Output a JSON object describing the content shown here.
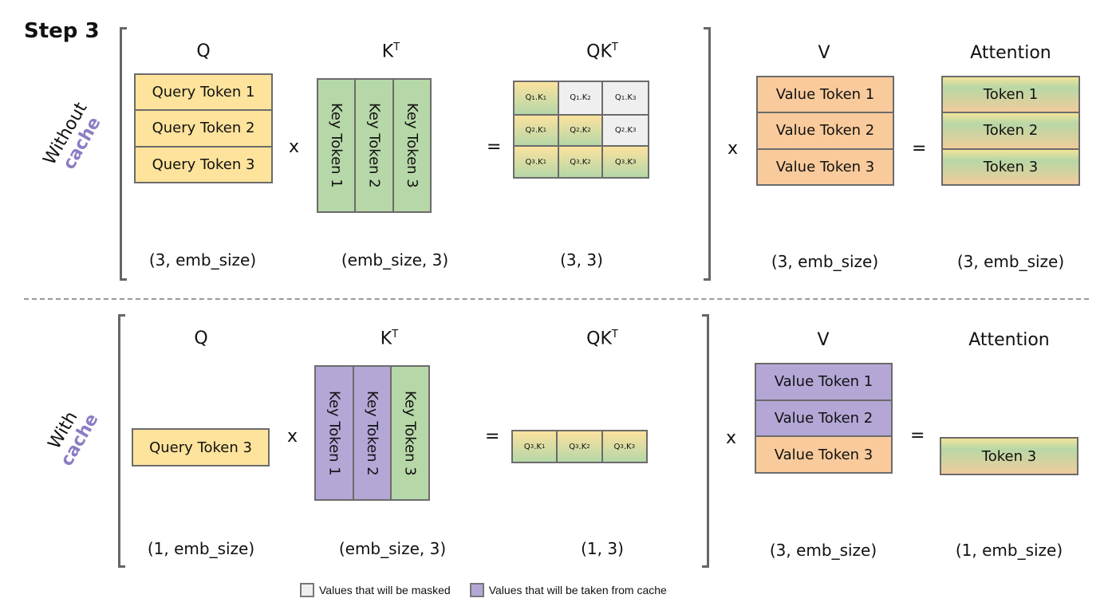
{
  "title": "Step 3",
  "rows": [
    {
      "label": "Without",
      "label_accent": "cache",
      "q": {
        "header": "Q",
        "cells": [
          "Query Token 1",
          "Query Token 2",
          "Query Token 3"
        ],
        "shape": "(3, emb_size)"
      },
      "kt": {
        "header": "K",
        "header_sup": "T",
        "cells": [
          "Key Token 1",
          "Key Token 2",
          "Key Token 3"
        ],
        "cached": [
          false,
          false,
          false
        ],
        "shape": "(emb_size, 3)"
      },
      "qkt": {
        "header": "QK",
        "header_sup": "T",
        "shape": "(3, 3)",
        "cells": [
          {
            "q": "1",
            "k": "1",
            "masked": false
          },
          {
            "q": "1",
            "k": "2",
            "masked": true
          },
          {
            "q": "1",
            "k": "3",
            "masked": true
          },
          {
            "q": "2",
            "k": "1",
            "masked": false
          },
          {
            "q": "2",
            "k": "2",
            "masked": false
          },
          {
            "q": "2",
            "k": "3",
            "masked": true
          },
          {
            "q": "3",
            "k": "1",
            "masked": false
          },
          {
            "q": "3",
            "k": "2",
            "masked": false
          },
          {
            "q": "3",
            "k": "3",
            "masked": false
          }
        ]
      },
      "v": {
        "header": "V",
        "cells": [
          "Value Token 1",
          "Value Token 2",
          "Value Token 3"
        ],
        "cached": [
          false,
          false,
          false
        ],
        "shape": "(3, emb_size)"
      },
      "att": {
        "header": "Attention",
        "cells": [
          "Token 1",
          "Token 2",
          "Token 3"
        ],
        "shape": "(3, emb_size)"
      }
    },
    {
      "label": "With",
      "label_accent": "cache",
      "q": {
        "header": "Q",
        "cells": [
          "Query Token 3"
        ],
        "shape": "(1, emb_size)"
      },
      "kt": {
        "header": "K",
        "header_sup": "T",
        "cells": [
          "Key Token 1",
          "Key Token 2",
          "Key Token 3"
        ],
        "cached": [
          true,
          true,
          false
        ],
        "shape": "(emb_size, 3)"
      },
      "qkt": {
        "header": "QK",
        "header_sup": "T",
        "shape": "(1, 3)",
        "cells": [
          {
            "q": "3",
            "k": "1",
            "masked": false
          },
          {
            "q": "3",
            "k": "2",
            "masked": false
          },
          {
            "q": "3",
            "k": "3",
            "masked": false
          }
        ]
      },
      "v": {
        "header": "V",
        "cells": [
          "Value Token 1",
          "Value Token 2",
          "Value Token 3"
        ],
        "cached": [
          true,
          true,
          false
        ],
        "shape": "(3, emb_size)"
      },
      "att": {
        "header": "Attention",
        "cells": [
          "Token 3"
        ],
        "shape": "(1, emb_size)"
      }
    }
  ],
  "operators": {
    "mult": "x",
    "eq": "="
  },
  "legend": [
    {
      "label": "Values that will be masked",
      "color": "#efefef"
    },
    {
      "label": "Values that will be taken from cache",
      "color": "#b4a7d6"
    }
  ]
}
